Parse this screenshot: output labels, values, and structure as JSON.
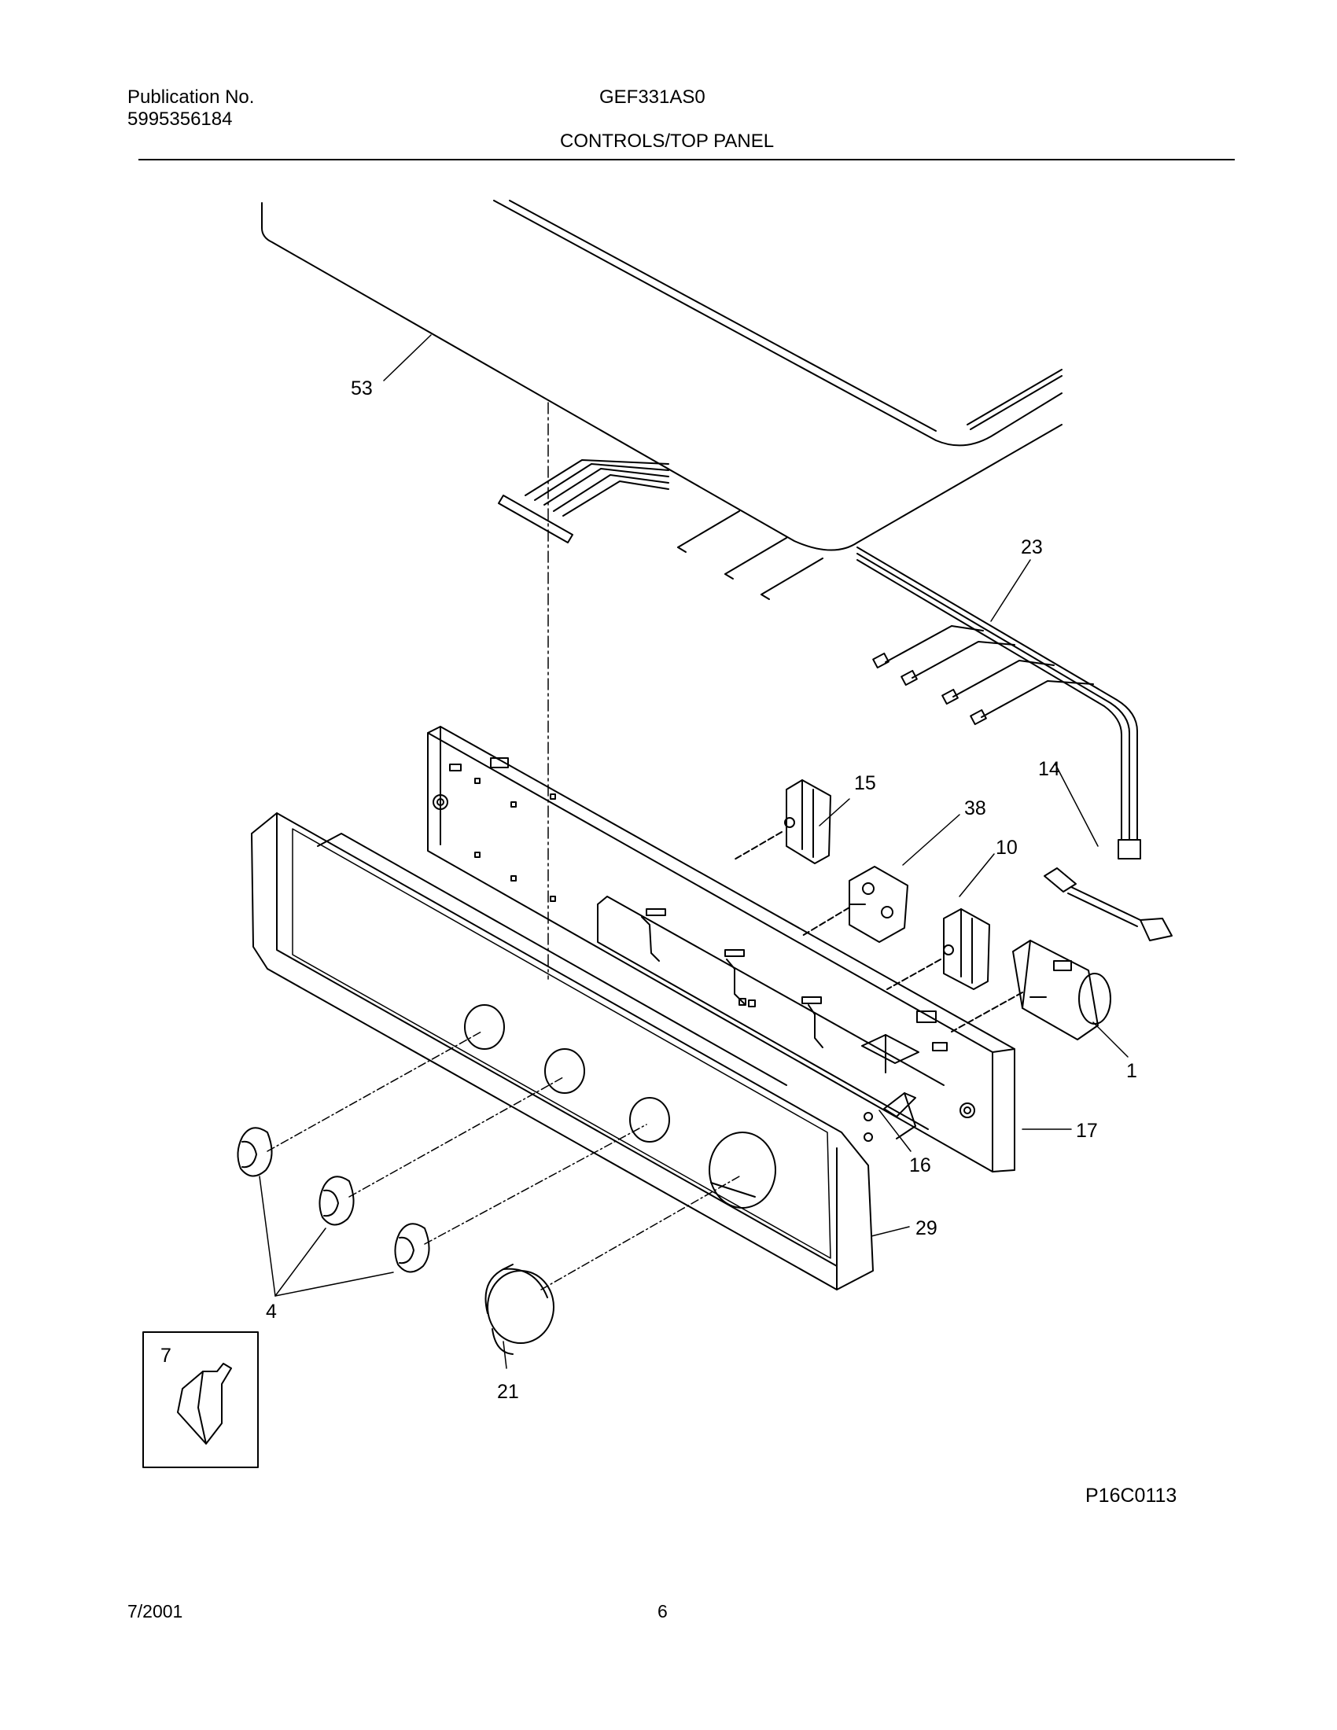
{
  "header": {
    "publication_label": "Publication No.",
    "publication_number": "5995356184",
    "model": "GEF331AS0",
    "section_title": "CONTROLS/TOP PANEL"
  },
  "callouts": {
    "top_panel": "53",
    "wire_harness": "23",
    "wire_14": "14",
    "switch_15": "15",
    "switch_38": "38",
    "switch_10": "10",
    "timer": "1",
    "control_panel": "17",
    "part_16": "16",
    "console": "29",
    "knobs": "4",
    "clip": "7",
    "timer_knob": "21"
  },
  "figure_code": "P16C0113",
  "footer": {
    "date": "7/2001",
    "page": "6"
  }
}
